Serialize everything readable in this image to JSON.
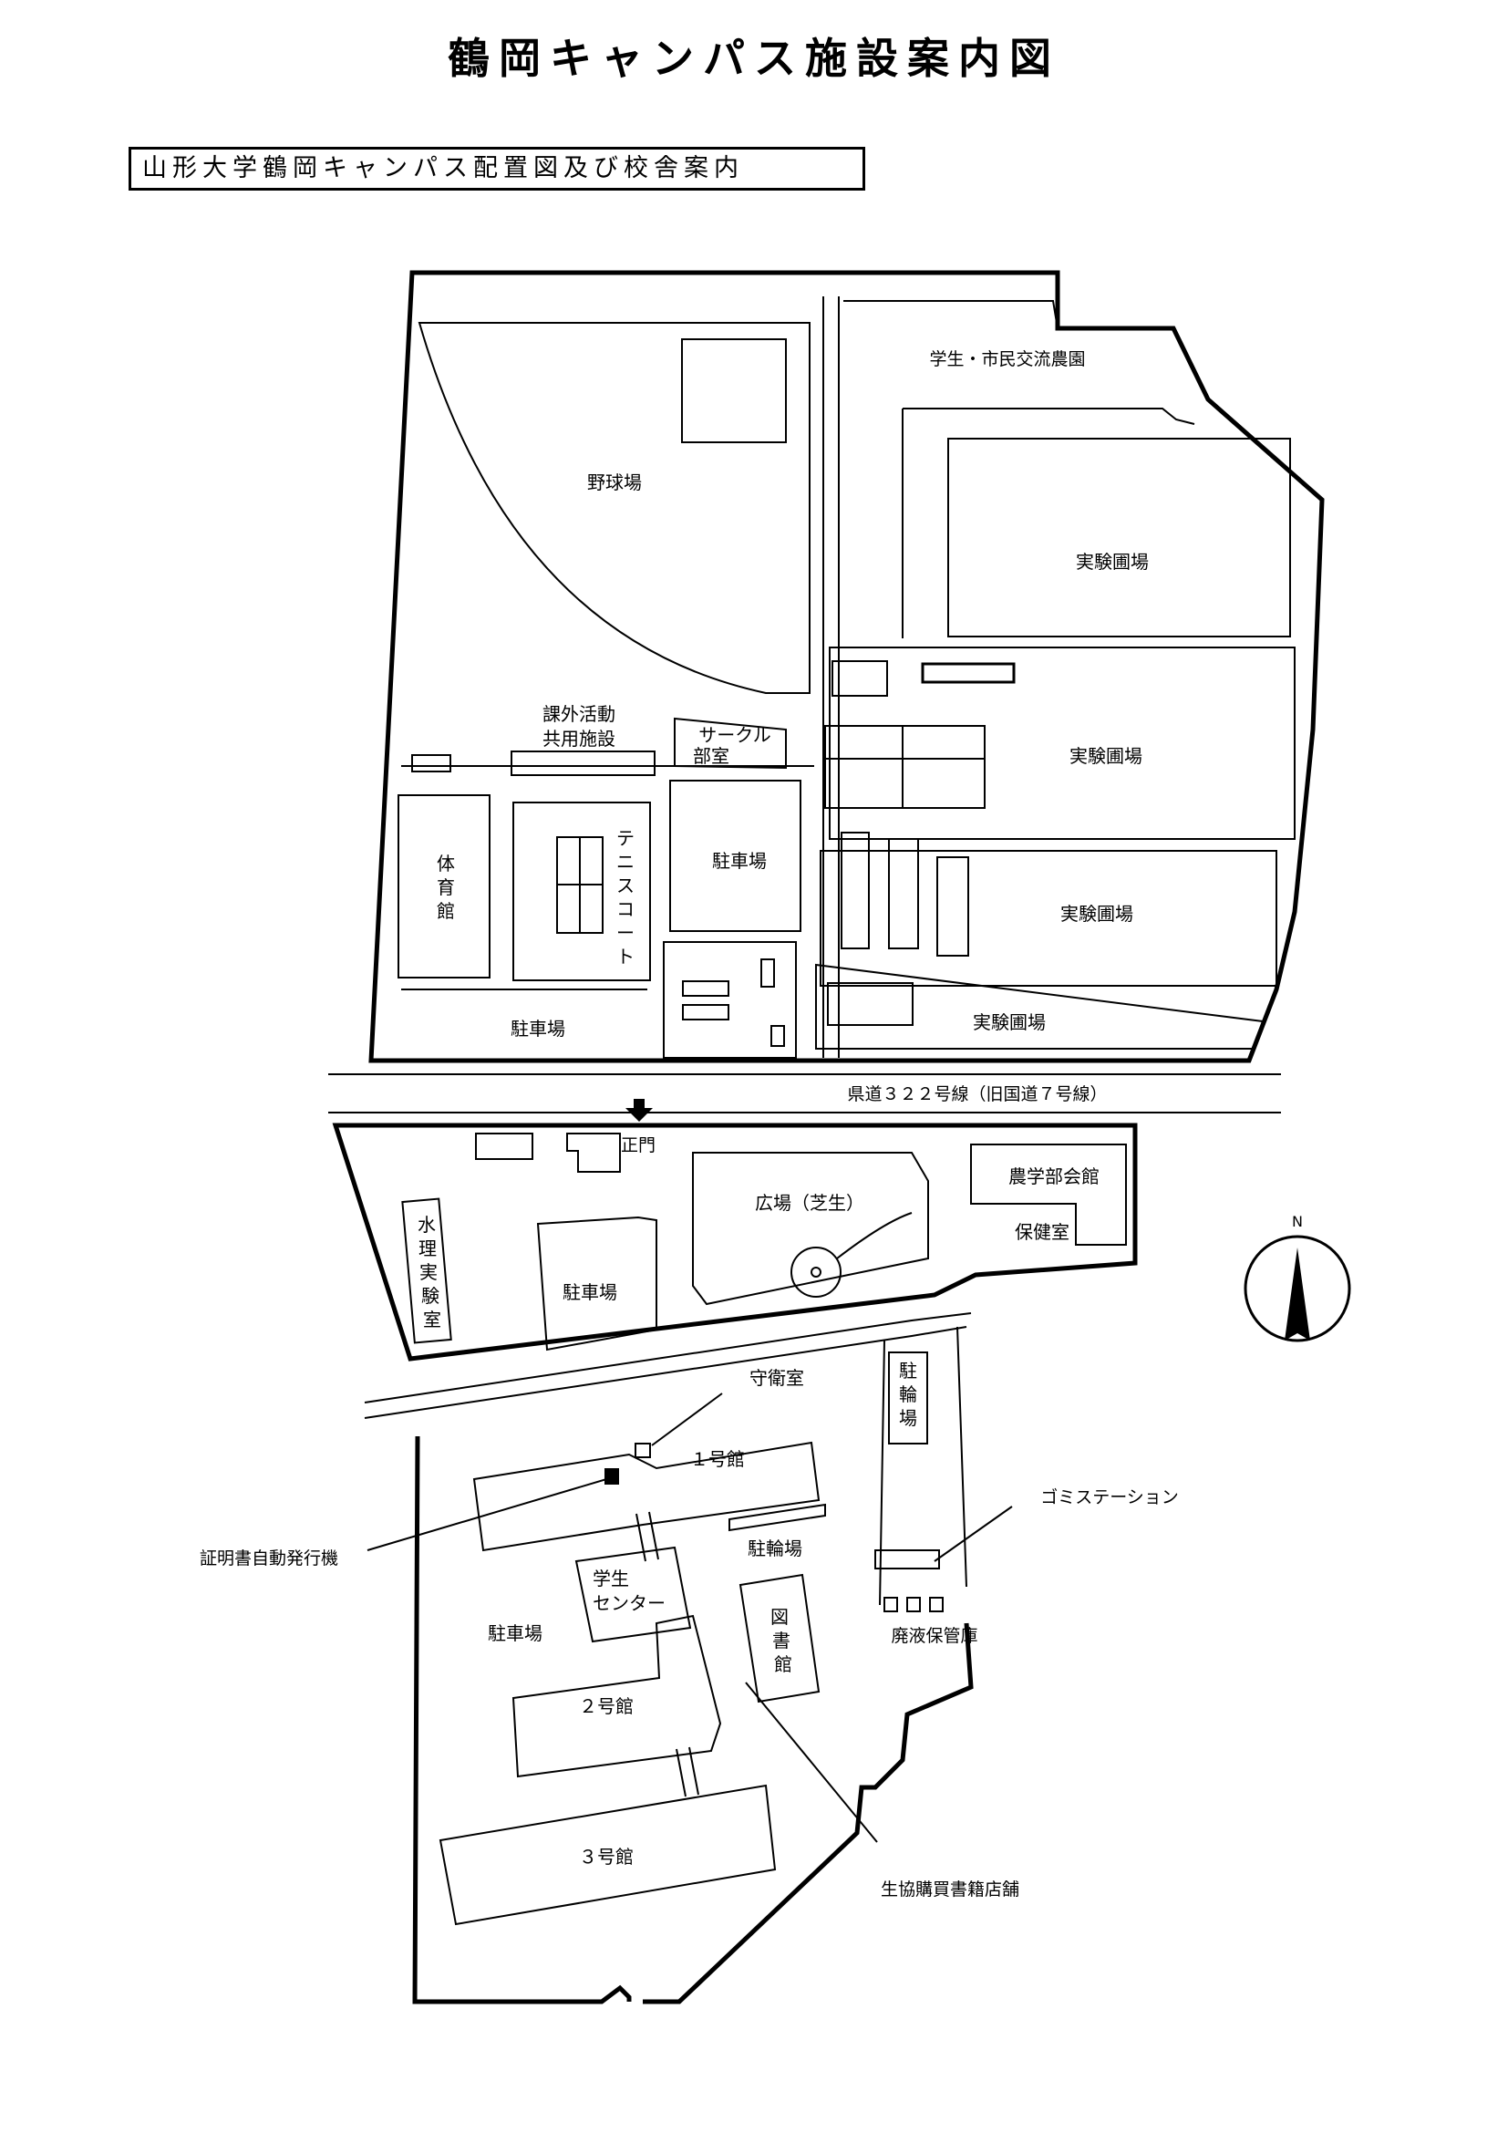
{
  "title": "鶴岡キャンパス施設案内図",
  "subtitle": "山形大学鶴岡キャンパス配置図及び校舎案内",
  "labels": {
    "community_farm": "学生・市民交流農園",
    "baseball": "野球場",
    "exp_field_1": "実験圃場",
    "exp_field_2": "実験圃場",
    "exp_field_3": "実験圃場",
    "exp_field_4": "実験圃場",
    "extracurricular_l1": "課外活動",
    "extracurricular_l2": "共用施設",
    "circle_l1": "サークル",
    "circle_l2": "部室",
    "gym": [
      "体",
      "育",
      "館"
    ],
    "tennis": [
      "テ",
      "ニ",
      "ス",
      "コ",
      "ー",
      "ト"
    ],
    "parking_north_center": "駐車場",
    "parking_north_south": "駐車場",
    "road": "県道３２２号線（旧国道７号線）",
    "main_gate": "正門",
    "plaza": "広場（芝生）",
    "agri_hall": "農学部会館",
    "health_room": "保健室",
    "hydro_lab": [
      "水",
      "理",
      "実",
      "験",
      "室"
    ],
    "parking_south_center": "駐車場",
    "bike_parking_v": [
      "駐",
      "輪",
      "場"
    ],
    "guard_room": "守衛室",
    "bldg1": "１号館",
    "garbage_station": "ゴミステーション",
    "cert_machine": "証明書自動発行機",
    "bike_parking": "駐輪場",
    "student_center_l1": "学生",
    "student_center_l2": "センター",
    "library": [
      "図",
      "書",
      "館"
    ],
    "parking_south_west": "駐車場",
    "waste_storage": "廃液保管庫",
    "bldg2": "２号館",
    "bldg3": "３号館",
    "coop_store": "生協購買書籍店舗",
    "north": "N"
  },
  "colors": {
    "ink": "#000000",
    "paper": "#ffffff"
  }
}
